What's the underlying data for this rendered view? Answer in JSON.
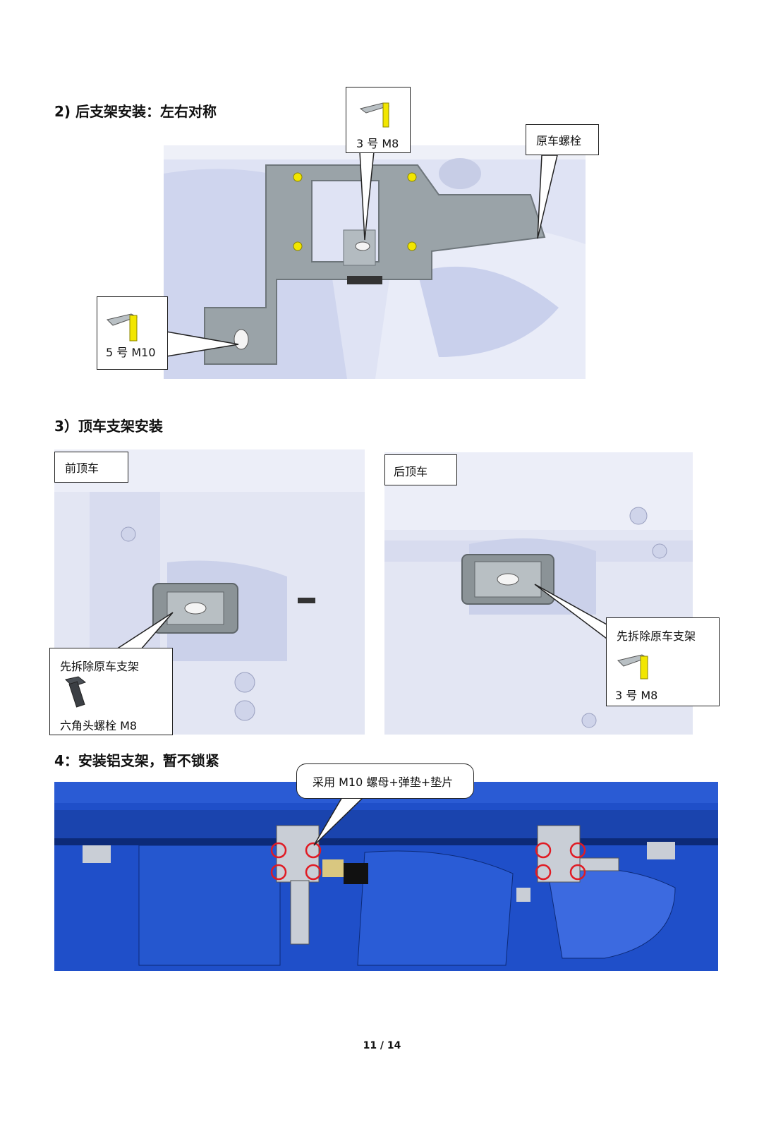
{
  "sections": {
    "s2": {
      "heading": "2) 后支架安装：左右对称",
      "callout_bolt_m8": "3 号 M8",
      "callout_original_bolt": "原车螺栓",
      "callout_bolt_m10": "5 号 M10"
    },
    "s3": {
      "heading": "3）顶车支架安装",
      "front_label": "前顶车",
      "rear_label": "后顶车",
      "front_callout_title": "先拆除原车支架",
      "front_callout_bolt": "六角头螺栓 M8",
      "rear_callout_title": "先拆除原车支架",
      "rear_callout_bolt": "3 号 M8"
    },
    "s4": {
      "heading": "4：安装铝支架，暂不锁紧",
      "callout": "采用 M10 螺母+弹垫+垫片"
    }
  },
  "footer": {
    "page": "11 / 14"
  },
  "colors": {
    "body_scan": "#dfe3f4",
    "bracket": "#9aa3a8",
    "bolt_yellow": "#f2e600",
    "chassis_blue": "#1f4fc9",
    "highlight_red": "#e01b24"
  },
  "icons": [
    "bolt-icon",
    "hex-bolt-icon"
  ]
}
